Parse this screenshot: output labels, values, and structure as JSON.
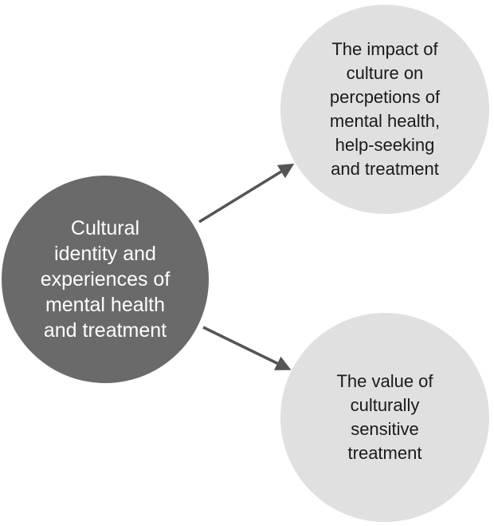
{
  "nodes": {
    "center": {
      "label": "Cultural\nidentity and\nexperiences of\nmental health\nand treatment"
    },
    "top": {
      "label": "The impact of\nculture on\npercpetions of\nmental health,\nhelp-seeking\nand treatment"
    },
    "bottom": {
      "label": "The value of\nculturally\nsensitive\ntreatment"
    }
  },
  "colors": {
    "center_fill": "#6a6a6a",
    "outcome_fill": "#e0e0e0",
    "arrow": "#555555"
  }
}
